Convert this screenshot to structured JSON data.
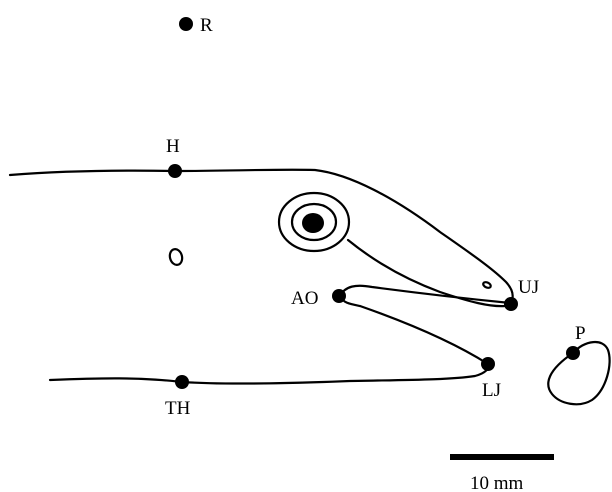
{
  "landmarks": {
    "R": "R",
    "H": "H",
    "AO": "AO",
    "UJ": "UJ",
    "P": "P",
    "TH": "TH",
    "LJ": "LJ"
  },
  "scale_bar": {
    "label": "10 mm"
  }
}
